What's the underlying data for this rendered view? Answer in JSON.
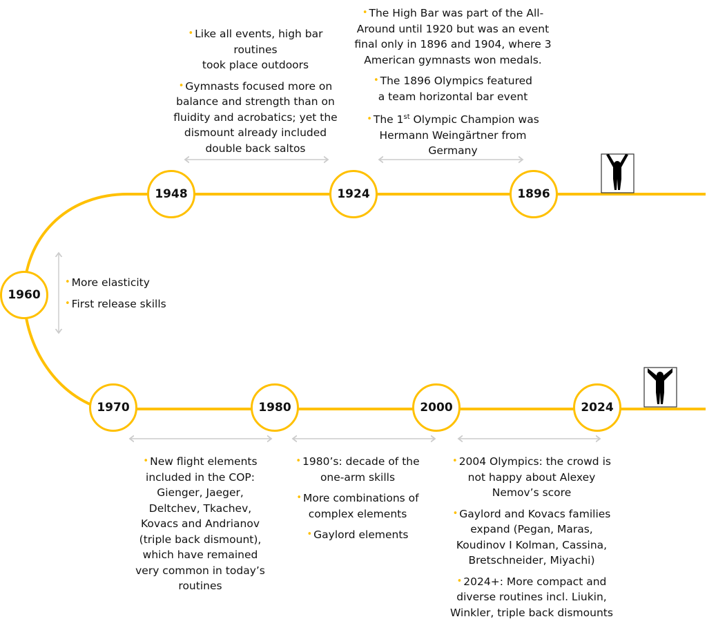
{
  "colors": {
    "accent": "#FFC000",
    "arrow": "#cccccc"
  },
  "nodes": {
    "y1948": "1948",
    "y1924": "1924",
    "y1896": "1896",
    "y1960": "1960",
    "y1970": "1970",
    "y1980": "1980",
    "y2000": "2000",
    "y2024": "2024"
  },
  "notes": {
    "n1948": [
      "Like all events, high bar\nroutines\ntook place outdoors",
      "Gymnasts focused more on\nbalance and strength than on\nfluidity and acrobatics; yet the\ndismount already included\ndouble back saltos"
    ],
    "n1924": [
      "The High Bar was part of the All-\nAround until 1920 but was an event\nfinal only in 1896 and 1904, where 3\nAmerican gymnasts won medals.",
      "The 1896 Olympics featured\na team horizontal bar event"
    ],
    "n1924_champ": {
      "pre": "The 1",
      "sup": "st",
      "post": " Olympic Champion was\nHermann Weingärtner from\nGermany"
    },
    "n1960": [
      "More elasticity",
      "First release skills"
    ],
    "n1970": [
      "New flight elements\nincluded in the COP:\nGienger, Jaeger,\nDeltchev, Tkachev,\nKovacs and Andrianov\n(triple back dismount),\nwhich have remained\nvery common in today’s\nroutines"
    ],
    "n1980": [
      "1980’s: decade of the\none-arm skills",
      "More combinations of\ncomplex elements",
      "Gaylord elements"
    ],
    "n2024": [
      "2004 Olympics: the crowd is\nnot happy about Alexey\nNemov’s score",
      "Gaylord and Kovacs families\nexpand (Pegan, Maras,\nKoudinov I Kolman, Cassina,\nBretschneider, Miyachi)",
      "2024+: More compact and\ndiverse routines incl. Liukin,\nWinkler, triple back dismounts"
    ]
  }
}
